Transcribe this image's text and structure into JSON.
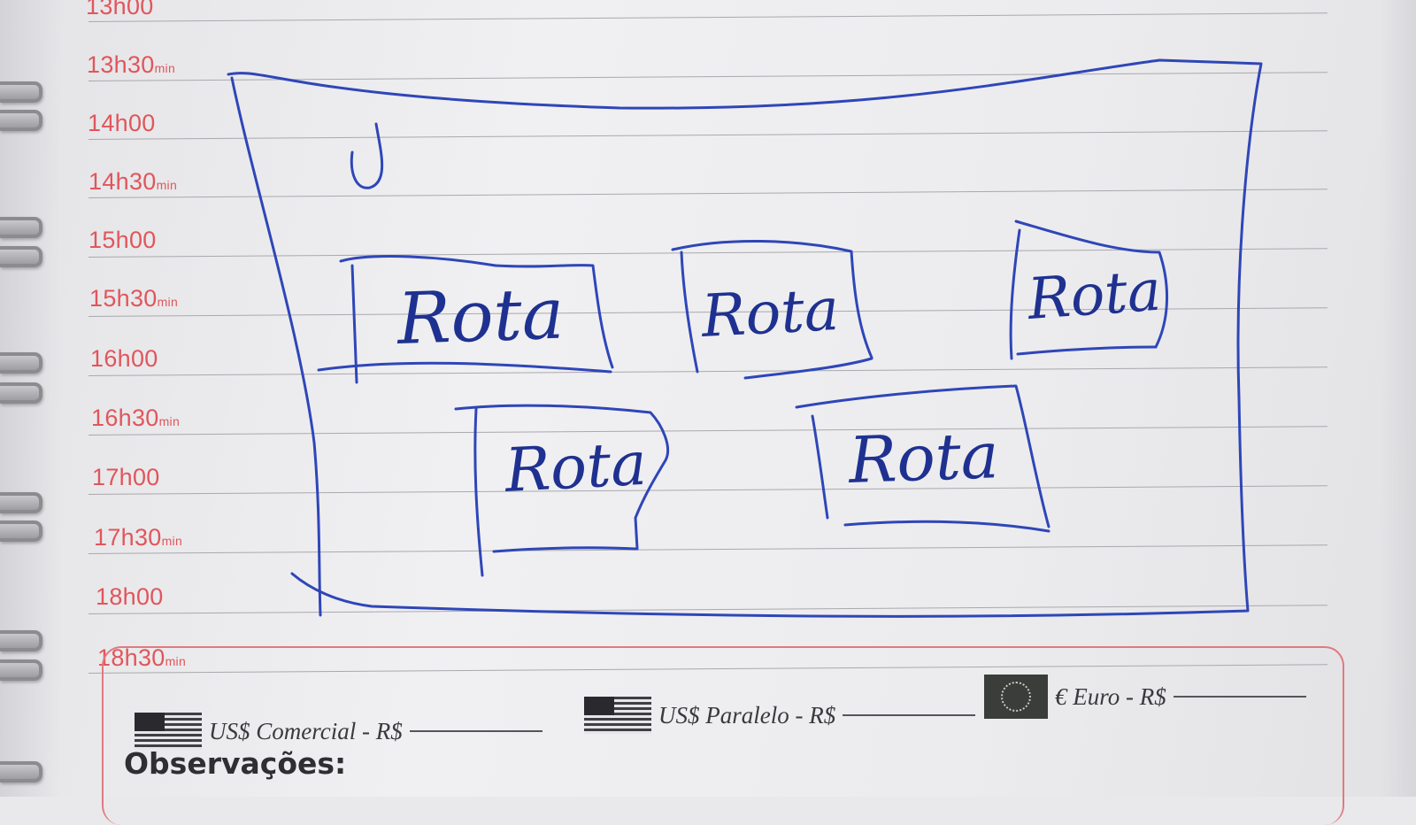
{
  "agenda": {
    "time_slots": [
      {
        "main": "13h00",
        "suffix": ""
      },
      {
        "main": "13h30",
        "suffix": "min"
      },
      {
        "main": "14h00",
        "suffix": ""
      },
      {
        "main": "14h30",
        "suffix": "min"
      },
      {
        "main": "15h00",
        "suffix": ""
      },
      {
        "main": "15h30",
        "suffix": "min"
      },
      {
        "main": "16h00",
        "suffix": ""
      },
      {
        "main": "16h30",
        "suffix": "min"
      },
      {
        "main": "17h00",
        "suffix": ""
      },
      {
        "main": "17h30",
        "suffix": "min"
      },
      {
        "main": "18h00",
        "suffix": ""
      },
      {
        "main": "18h30",
        "suffix": "min"
      }
    ]
  },
  "sketch": {
    "route_labels": [
      "Rota",
      "Rota",
      "Rota",
      "Rota",
      "Rota"
    ],
    "ink_color": "#2f46b8"
  },
  "footer": {
    "currencies": [
      {
        "label": "US$ Comercial - R$",
        "flag": "us-flag-icon"
      },
      {
        "label": "US$ Paralelo - R$",
        "flag": "us-flag-icon"
      },
      {
        "label": "€ Euro - R$",
        "flag": "eu-flag-icon"
      }
    ],
    "notes_label": "Observações:"
  },
  "colors": {
    "time_label": "#e0565b",
    "footer_border": "#e07a80",
    "paper": "#ededf0"
  }
}
